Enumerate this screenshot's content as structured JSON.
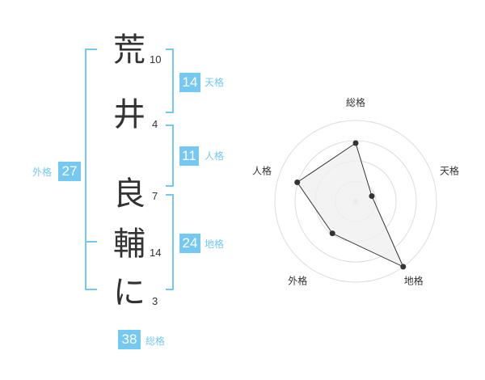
{
  "name": {
    "chars": [
      {
        "char": "荒",
        "strokes": "10"
      },
      {
        "char": "井",
        "strokes": "4"
      },
      {
        "char": "良",
        "strokes": "7"
      },
      {
        "char": "輔",
        "strokes": "14"
      },
      {
        "char": "に",
        "strokes": "3"
      }
    ]
  },
  "fortunes": {
    "tenkaku": {
      "label": "天格",
      "value": "14"
    },
    "jinkaku": {
      "label": "人格",
      "value": "11"
    },
    "chikaku": {
      "label": "地格",
      "value": "24"
    },
    "gaikaku": {
      "label": "外格",
      "value": "27"
    },
    "soukaku": {
      "label": "総格",
      "value": "38"
    }
  },
  "chart_data": {
    "type": "radar",
    "axes": [
      "総格",
      "天格",
      "地格",
      "外格",
      "人格"
    ],
    "values": [
      0.72,
      0.21,
      1.0,
      0.49,
      0.76
    ],
    "rings": 4,
    "fill_color": "#f0f0f0",
    "line_color": "#333333"
  },
  "colors": {
    "accent": "#74c8f2",
    "text": "#333333",
    "grid": "#dddddd"
  }
}
